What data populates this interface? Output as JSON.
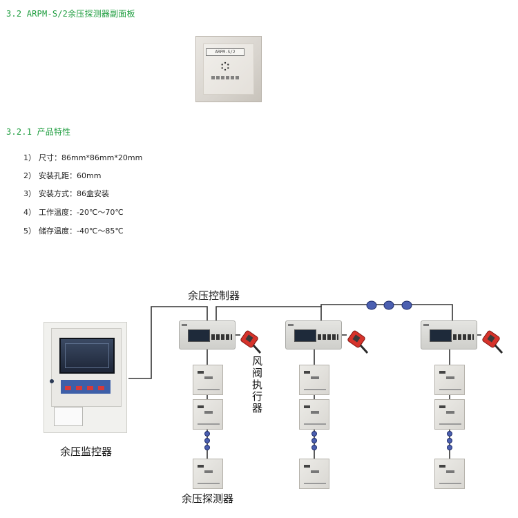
{
  "section_heading": "3.2 ARPM-S/2余压探测器副面板",
  "panel_label": "ARPM-S/2",
  "subsection_heading": "3.2.1 产品特性",
  "properties": [
    {
      "num": "1）",
      "text": "尺寸：86mm*86mm*20mm"
    },
    {
      "num": "2）",
      "text": "安装孔距：60mm"
    },
    {
      "num": "3）",
      "text": "安装方式：86盒安装"
    },
    {
      "num": "4）",
      "text": "工作温度：-20℃～70℃"
    },
    {
      "num": "5）",
      "text": "储存温度：-40℃～85℃"
    }
  ],
  "diagram": {
    "controller_label": "余压控制器",
    "monitor_label": "余压监控器",
    "actuator_label": "风阀执行器",
    "detector_label": "余压探测器"
  },
  "colors": {
    "heading": "#1d9d3e",
    "bus_node": "#4b5fb0",
    "actuator": "#d6332b"
  }
}
